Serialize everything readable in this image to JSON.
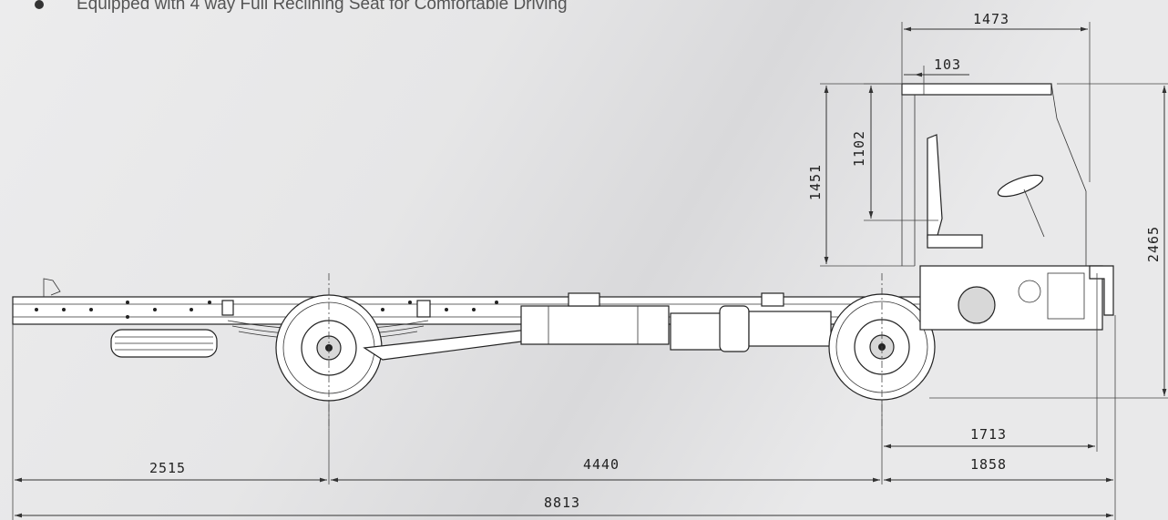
{
  "header": {
    "feature_text": "Equipped with 4 way Full Reclining Seat for Comfortable Driving"
  },
  "dimensions": {
    "cab_length": "1473",
    "cab_offset": "103",
    "seat_height": "1102",
    "cab_height": "1451",
    "overall_height": "2465",
    "front_overhang_inner": "1713",
    "front_overhang": "1858",
    "rear_overhang": "2515",
    "wheelbase": "4440",
    "overall_length": "8813"
  },
  "colors": {
    "background": "#e9e9ea",
    "line": "#222222",
    "bullet": "#333333"
  }
}
